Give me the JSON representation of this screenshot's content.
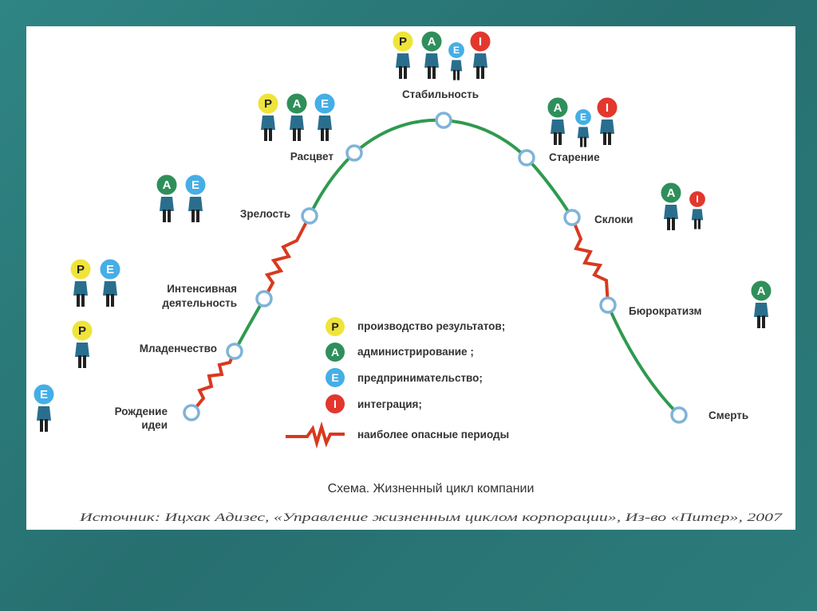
{
  "stages": [
    {
      "lines": [
        "Рождение",
        "идеи"
      ],
      "roles": [
        "E"
      ]
    },
    {
      "lines": [
        "Младенчество"
      ],
      "roles": [
        "P"
      ]
    },
    {
      "lines": [
        "Интенсивная",
        "деятельность"
      ],
      "roles": [
        "P",
        "E"
      ]
    },
    {
      "lines": [
        "Зрелость"
      ],
      "roles": [
        "A",
        "E"
      ]
    },
    {
      "lines": [
        "Расцвет"
      ],
      "roles": [
        "P",
        "A",
        "E"
      ]
    },
    {
      "lines": [
        "Стабильность"
      ],
      "roles": [
        "P",
        "A",
        "e",
        "I"
      ]
    },
    {
      "lines": [
        "Старение"
      ],
      "roles": [
        "A",
        "e",
        "I"
      ]
    },
    {
      "lines": [
        "Склоки"
      ],
      "roles": [
        "A",
        "i"
      ]
    },
    {
      "lines": [
        "Бюрократизм"
      ],
      "roles": [
        "A"
      ]
    },
    {
      "lines": [
        "Смерть"
      ],
      "roles": []
    }
  ],
  "legend": [
    {
      "letter": "P",
      "text": "производство результатов;"
    },
    {
      "letter": "A",
      "text": "администрирование ;"
    },
    {
      "letter": "E",
      "text": "предпринимательство;"
    },
    {
      "letter": "I",
      "text": "интеграция;"
    }
  ],
  "legend_danger": "наиболее опасные периоды",
  "caption": "Схема. Жизненный цикл компании",
  "source": "Источник: Ицхак Адизес, «Управление жизненным циклом корпорации», Из-во «Питер», 2007",
  "colors": {
    "P": "#efe43a",
    "A": "#2f8f5a",
    "E": "#45aee6",
    "I": "#e2372d",
    "curve": "#2f9a4f",
    "danger": "#d8391f",
    "node": "#7fb3d8",
    "body": "#2a6e8e"
  }
}
